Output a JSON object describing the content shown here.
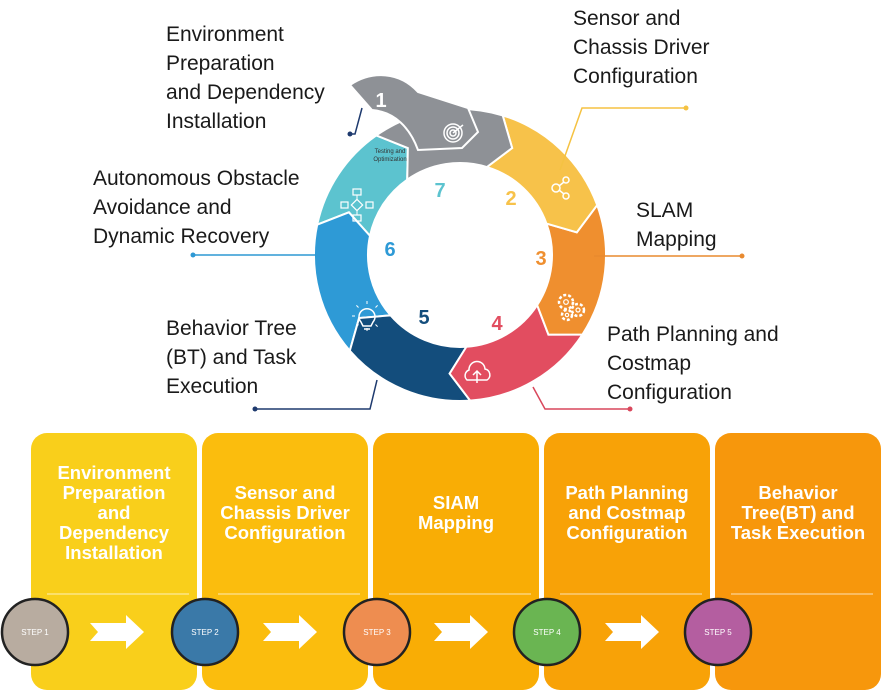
{
  "cycle": {
    "center_label": "Testing and Optimization",
    "steps": [
      {
        "number": "1",
        "label_lines": [
          "Environment",
          "Preparation",
          "and Dependency",
          "Installation"
        ],
        "color": "#8e9196",
        "icon": "target-icon"
      },
      {
        "number": "2",
        "label_lines": [
          "Sensor  and",
          "Chassis Driver",
          "Configuration"
        ],
        "color": "#f7c24a",
        "icon": "nodes-icon"
      },
      {
        "number": "3",
        "label_lines": [
          "SLAM",
          "Mapping"
        ],
        "color": "#ef8f2f",
        "icon": "gears-icon"
      },
      {
        "number": "4",
        "label_lines": [
          "Path Planning and",
          "Costmap",
          "Configuration"
        ],
        "color": "#e24d60",
        "icon": "cloud-upload-icon"
      },
      {
        "number": "5",
        "label_lines": [
          "Behavior Tree",
          "(BT) and Task",
          "Execution"
        ],
        "color": "#134d7c",
        "icon": "lightbulb-icon"
      },
      {
        "number": "6",
        "label_lines": [
          "Autonomous Obstacle",
          "Avoidance and",
          "Dynamic Recovery"
        ],
        "color": "#2e9ad6",
        "icon": "flowchart-icon"
      },
      {
        "number": "7",
        "label_lines": [],
        "color": "#5cc3cf",
        "icon": ""
      }
    ]
  },
  "timeline": {
    "cards": [
      {
        "title_lines": [
          "Environment",
          "Preparation",
          "and",
          "Dependency",
          "Installation"
        ],
        "color": "#f9cf1b"
      },
      {
        "title_lines": [
          "Sensor and",
          "Chassis Driver",
          "Configuration"
        ],
        "color": "#fbbd0d"
      },
      {
        "title_lines": [
          "SIAM",
          "Mapping"
        ],
        "color": "#f9ad05"
      },
      {
        "title_lines": [
          "Path Planning",
          "and Costmap",
          "Configuration"
        ],
        "color": "#f8a207"
      },
      {
        "title_lines": [
          "Behavior",
          "Tree(BT) and",
          "Task Execution"
        ],
        "color": "#f7970c"
      }
    ],
    "steps": [
      {
        "label": "STEP 1",
        "color": "#b8aca0"
      },
      {
        "label": "STEP 2",
        "color": "#3a79a8"
      },
      {
        "label": "STEP 3",
        "color": "#ee8d50"
      },
      {
        "label": "STEP 4",
        "color": "#6ab552"
      },
      {
        "label": "STEP 5",
        "color": "#b45ea0"
      }
    ]
  }
}
